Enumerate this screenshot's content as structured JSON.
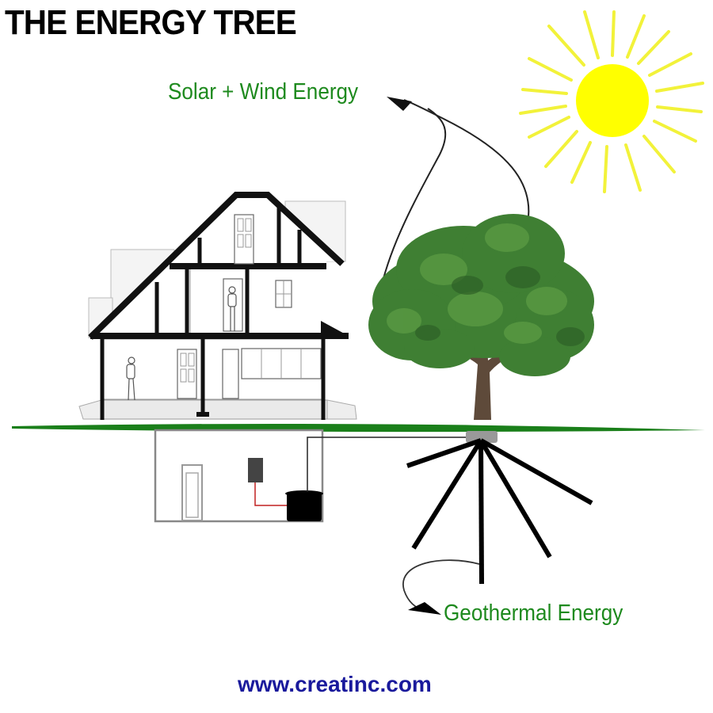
{
  "title": "THE ENERGY TREE",
  "labels": {
    "solar_wind": "Solar + Wind Energy",
    "geothermal": "Geothermal Energy"
  },
  "footer": {
    "url": "www.creatinc.com"
  },
  "illustration": {
    "elements": [
      "sun",
      "house-cross-section",
      "tree",
      "ground-line",
      "basement-with-heat-pump",
      "geothermal-ground-loops",
      "arrow-to-solar-wind",
      "arrow-to-geothermal"
    ]
  },
  "colors": {
    "title": "#000000",
    "label_green": "#1e8a1e",
    "url_blue": "#1a1a9c",
    "sun_yellow": "#ffff00",
    "ground_green": "#1a7f1a",
    "tree_green": "#3f7f33"
  }
}
